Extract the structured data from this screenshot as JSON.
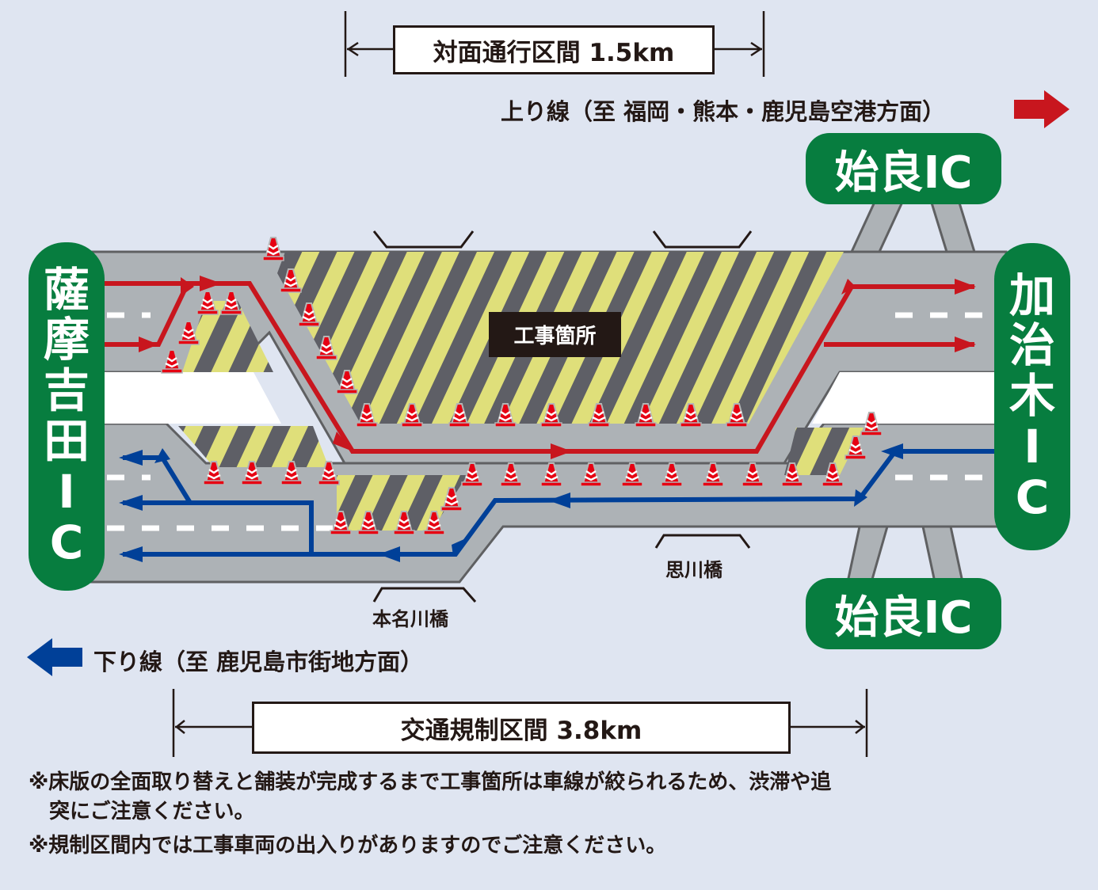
{
  "title_range_top": {
    "label": "対面通行区間 1.5km"
  },
  "up_line": {
    "label": "上り線（至 福岡・熊本・鹿児島空港方面）",
    "arrow_color": "#c8161e",
    "direction": "right"
  },
  "down_line": {
    "label": "下り線（至 鹿児島市街地方面）",
    "arrow_color": "#004098",
    "direction": "left"
  },
  "interchanges": {
    "left": {
      "chars": [
        "薩",
        "摩",
        "吉",
        "田",
        "I",
        "C"
      ],
      "name": "薩摩吉田IC"
    },
    "right": {
      "chars": [
        "加",
        "治",
        "木",
        "I",
        "C"
      ],
      "name": "加治木IC"
    },
    "top": {
      "name": "始良IC"
    },
    "bottom": {
      "name": "始良IC"
    }
  },
  "worksite": {
    "label": "工事箇所"
  },
  "bridges": [
    {
      "name": "本名川橋"
    },
    {
      "name": "思川橋"
    }
  ],
  "range_bottom": {
    "label": "交通規制区間 3.8km"
  },
  "notes": [
    "※床版の全面取り替えと舗装が完成するまで工事箇所は車線が絞られるため、渋滞や追",
    "　突にご注意ください。",
    "※規制区間内では工事車両の出入りがありますのでご注意ください。"
  ],
  "colors": {
    "background": "#dfe5f1",
    "road": "#adb2b6",
    "road_edge": "#5f6062",
    "ic_green": "#077d3f",
    "hazard_yellow": "#dfdf7a",
    "hazard_dark": "#5e5f66",
    "up_arrow": "#c8161e",
    "down_arrow": "#004098"
  }
}
